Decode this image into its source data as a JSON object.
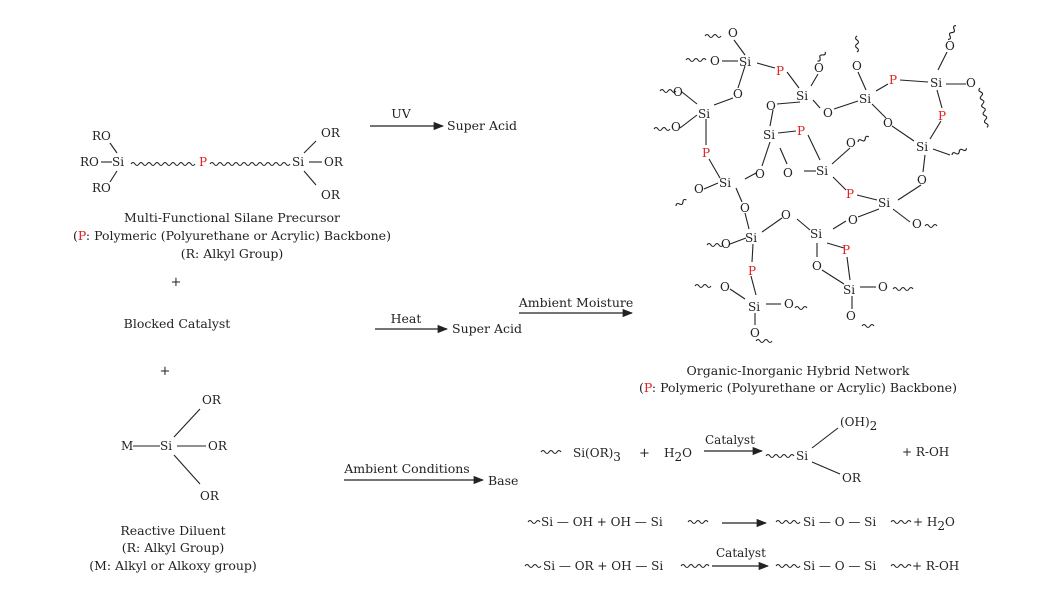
{
  "colors": {
    "ink": "#222222",
    "polymer": "#e02020"
  },
  "precursor": {
    "caption": "Multi-Functional Silane Precursor",
    "polymer_prefix": "P",
    "polymer_note": ": Polymeric (Polyurethane or Acrylic) Backbone)",
    "polymer_open": "(",
    "r_note": "(R: Alkyl Group)"
  },
  "catalyst": {
    "label": "Blocked Catalyst"
  },
  "diluent": {
    "caption": "Reactive Diluent",
    "r_note": "(R: Alkyl Group)",
    "m_note": "(M: Alkyl or Alkoxy group)"
  },
  "plus": "+",
  "arrows": {
    "uv": "UV",
    "heat": "Heat",
    "moisture": "Ambient Moisture",
    "conditions": "Ambient Conditions",
    "catalyst": "Catalyst"
  },
  "products": {
    "super_acid": "Super Acid",
    "base": "Base"
  },
  "network": {
    "caption": "Organic-Inorganic Hybrid Network",
    "polymer_prefix": "P",
    "polymer_note": ": Polymeric (Polyurethane or Acrylic) Backbone)",
    "polymer_open": "("
  },
  "atoms": {
    "si": "Si",
    "o": "O",
    "p": "P",
    "or": "OR",
    "ro": "RO",
    "m": "M",
    "oh2": "(OH)",
    "sub2": "2",
    "sub3": "3"
  },
  "reactions": {
    "hydrolysis": {
      "reactant1": "Si(OR)",
      "reactant2_h": "H",
      "reactant2_o": "O",
      "byproduct": "+ R-OH"
    },
    "condensation1": {
      "left": "Si — OH + OH — Si",
      "right": "Si — O — Si",
      "byproduct_h": "+ H",
      "byproduct_o": "O"
    },
    "condensation2": {
      "left": "Si — OR + OH — Si",
      "right": "Si — O — Si",
      "byproduct": "+ R-OH"
    }
  }
}
